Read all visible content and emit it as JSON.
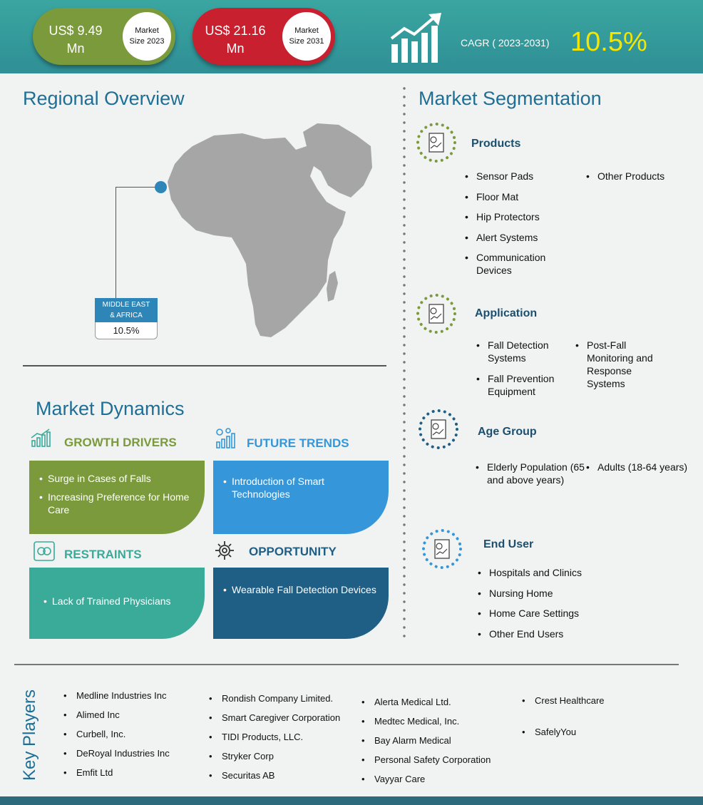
{
  "header": {
    "size_2023": {
      "value": "US$ 9.49\nMn",
      "value_line1": "US$ 9.49",
      "value_line2": "Mn",
      "label_line1": "Market",
      "label_line2": "Size 2023"
    },
    "size_2031": {
      "value_line1": "US$ 21.16",
      "value_line2": "Mn",
      "label_line1": "Market",
      "label_line2": "Size 2031"
    },
    "cagr_label": "CAGR ( 2023-2031)",
    "cagr_value": "10.5%"
  },
  "regional": {
    "title": "Regional Overview",
    "region_line1": "MIDDLE EAST",
    "region_line2": "& AFRICA",
    "region_value": "10.5%"
  },
  "dynamics": {
    "title": "Market Dynamics",
    "growth_drivers": {
      "label": "GROWTH DRIVERS",
      "items": [
        "Surge in Cases of Falls",
        "Increasing Preference for Home Care"
      ]
    },
    "future_trends": {
      "label": "FUTURE TRENDS",
      "items": [
        "Introduction of Smart Technologies"
      ]
    },
    "restraints": {
      "label": "RESTRAINTS",
      "items": [
        "Lack of Trained Physicians"
      ]
    },
    "opportunity": {
      "label": "OPPORTUNITY",
      "items": [
        "Wearable Fall Detection Devices"
      ]
    }
  },
  "segmentation": {
    "title": "Market Segmentation",
    "products": {
      "title": "Products",
      "items": [
        "Sensor Pads",
        "Floor Mat",
        "Hip Protectors",
        "Alert Systems",
        "Communication Devices",
        "Other Products"
      ]
    },
    "application": {
      "title": "Application",
      "items": [
        "Fall Detection Systems",
        "Fall Prevention Equipment",
        "Post-Fall Monitoring and Response Systems"
      ]
    },
    "age_group": {
      "title": "Age Group",
      "items": [
        "Elderly Population (65 and above years)",
        "Adults (18-64 years)"
      ]
    },
    "end_user": {
      "title": "End User",
      "items": [
        "Hospitals and Clinics",
        "Nursing Home",
        "Home Care Settings",
        "Other End Users"
      ]
    }
  },
  "key_players": {
    "title": "Key Players",
    "col1": [
      "Medline Industries Inc",
      "Alimed Inc",
      "Curbell, Inc.",
      "DeRoyal Industries Inc",
      "Emfit Ltd"
    ],
    "col2": [
      "Rondish Company Limited.",
      "Smart Caregiver Corporation",
      "TIDI Products, LLC.",
      "Stryker Corp",
      "Securitas AB"
    ],
    "col3": [
      "Alerta Medical Ltd.",
      "Medtec Medical, Inc.",
      "Bay Alarm Medical",
      "Personal Safety Corporation",
      "Vayyar Care"
    ],
    "col4": [
      "Crest Healthcare",
      "SafelyYou"
    ]
  },
  "colors": {
    "header_teal": "#3aa6a0",
    "green": "#7a9a3c",
    "red": "#c8202e",
    "cagr_yellow": "#f5e600",
    "title_blue": "#1e6f96",
    "card_green": "#7a9a3c",
    "card_blue": "#3597d9",
    "card_teal": "#3aaa99",
    "card_navy": "#1f5f85"
  }
}
